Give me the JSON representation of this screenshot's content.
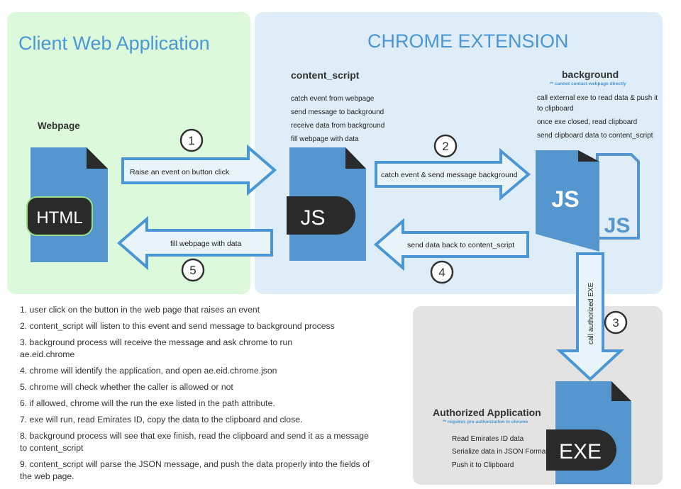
{
  "client": {
    "title": "Client Web Application",
    "webpage_label": "Webpage",
    "file_badge": "HTML"
  },
  "extension": {
    "title": "CHROME EXTENSION",
    "content_script": {
      "heading": "content_script",
      "lines": [
        "catch event from webpage",
        "send message to background",
        "receive data from background",
        "fill webpage with data"
      ],
      "file_badge": "JS"
    },
    "background": {
      "heading": "background",
      "note": "** cannot contact webpage directly",
      "lines": [
        "call external exe to read data & push it",
        "to clipboard",
        "once exe closed, read clipboard",
        "send clipboard data to content_script"
      ],
      "file_badge_front": "JS",
      "file_badge_back": "JS"
    }
  },
  "authorized": {
    "heading": "Authorized Application",
    "note": "** requires pre-authorization in chrome",
    "lines": [
      "Read Emirates ID data",
      "Serialize data in JSON Format",
      "Push it to Clipboard"
    ],
    "file_badge": "EXE"
  },
  "arrows": {
    "a1": {
      "label": "Raise an event on button click",
      "number": "1"
    },
    "a2": {
      "label": "catch event & send message background",
      "number": "2"
    },
    "a3": {
      "label": "call authorized EXE",
      "number": "3"
    },
    "a4": {
      "label": "send data back to content_script",
      "number": "4"
    },
    "a5": {
      "label": "fill webpage with data",
      "number": "5"
    }
  },
  "steps": [
    "1. user click on the button in the web page that raises an event",
    "2. content_script will listen to this event and send message to background process",
    "3. background process will receive the message and ask chrome to run ae.eid.chrome",
    "4. chrome will identify the application, and open ae.eid.chrome.json",
    "5. chrome will check whether the caller is allowed or not",
    "6. if allowed, chrome will the run the exe listed in the path attribute.",
    "7. exe will run, read Emirates ID, copy the data to the clipboard and close.",
    "8. background process will see that exe finish, read the clipboard and send it as a message to content_script",
    "9. content_script will parse the JSON message, and push the data properly into the fields of the web page."
  ],
  "colors": {
    "client_bg": "#dcfadb",
    "extension_bg": "#deedf7",
    "authorized_bg": "#e3e3e3",
    "accent_blue": "#4b97d6",
    "file_blue": "#5596cf",
    "badge_dark": "#2a2a2a"
  }
}
